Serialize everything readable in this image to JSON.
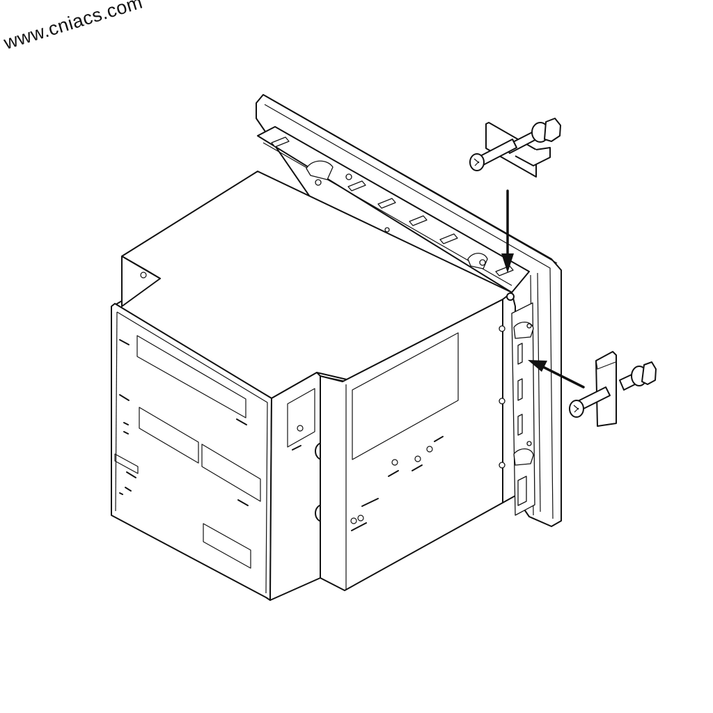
{
  "watermark": {
    "text": "www.cniacs.com"
  },
  "diagram": {
    "subject": "Panel-mount instrument enclosure, rear isometric view",
    "components": [
      {
        "id": "enclosure",
        "label": "Instrument housing"
      },
      {
        "id": "bezel-frame",
        "label": "Front bezel / panel frame"
      },
      {
        "id": "top-slots",
        "count": 6
      },
      {
        "id": "side-slots",
        "count": 4
      },
      {
        "id": "mounting-clamp-top",
        "label": "Mounting clamp (screw + bracket)"
      },
      {
        "id": "mounting-clamp-side",
        "label": "Mounting clamp (screw + bracket)"
      }
    ],
    "arrows": [
      {
        "id": "arrow-top",
        "direction": "down",
        "target": "top slot"
      },
      {
        "id": "arrow-side",
        "direction": "left",
        "target": "side slot"
      }
    ],
    "colors": {
      "line": "#111111",
      "background": "#ffffff"
    }
  }
}
